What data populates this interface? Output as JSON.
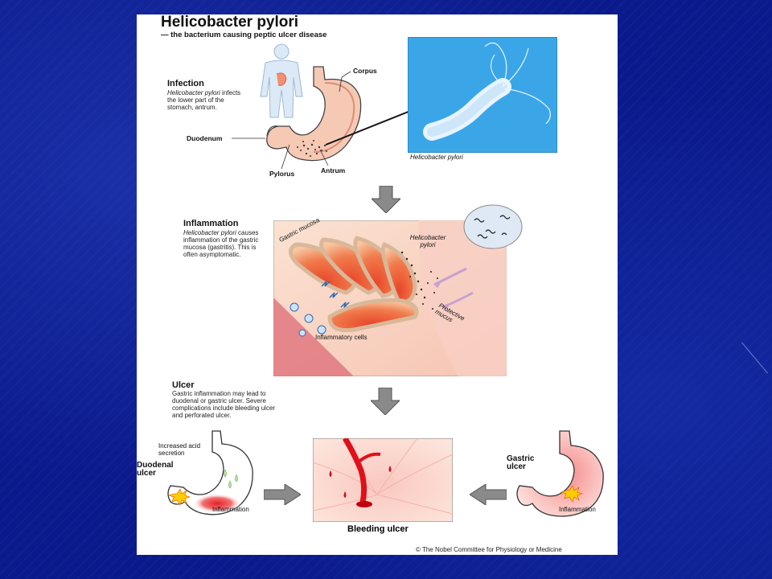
{
  "title": "Helicobacter pylori",
  "subtitle": "— the bacterium causing peptic ulcer disease",
  "infection": {
    "heading": "Infection",
    "body_italic": "Helicobacter pylori",
    "body": "infects the lower part of the stomach, antrum."
  },
  "stomach_labels": {
    "corpus": "Corpus",
    "duodenum": "Duodenum",
    "pylorus": "Pylorus",
    "antrum": "Antrum"
  },
  "bacterium_caption": "Helicobacter pylori",
  "inflammation": {
    "heading": "Inflammation",
    "body_italic": "Helicobacter pylori",
    "body": "causes inflammation of the gastric mucosa (gastritis). This is often asymptomatic."
  },
  "mucosa_labels": {
    "gastric_mucosa": "Gastric mucosa",
    "bacteria": "Helicobacter pylori",
    "protective_mucus": "Protective mucus",
    "inflammatory_cells": "Inflammatory cells"
  },
  "ulcer": {
    "heading": "Ulcer",
    "body": "Gastric inflammation may lead to duodenal or gastric ulcer. Severe complications include bleeding ulcer and perforated ulcer."
  },
  "duodenal_panel": {
    "acid_label": "Increased acid secretion",
    "ulcer_label": "Duodenal ulcer",
    "inflammation_label": "Inflammation"
  },
  "gastric_panel": {
    "ulcer_label": "Gastric ulcer",
    "inflammation_label": "Inflammation"
  },
  "bleeding_caption": "Bleeding ulcer",
  "copyright": "© The Nobel Committee for Physiology or Medicine",
  "colors": {
    "background": "#0a1a8c",
    "panel": "#ffffff",
    "inflammation": "#e8452a",
    "mucosa": "#f3a07a",
    "arrow": "#8a8a8a",
    "bacterium_bg": "#3aa6e8"
  }
}
